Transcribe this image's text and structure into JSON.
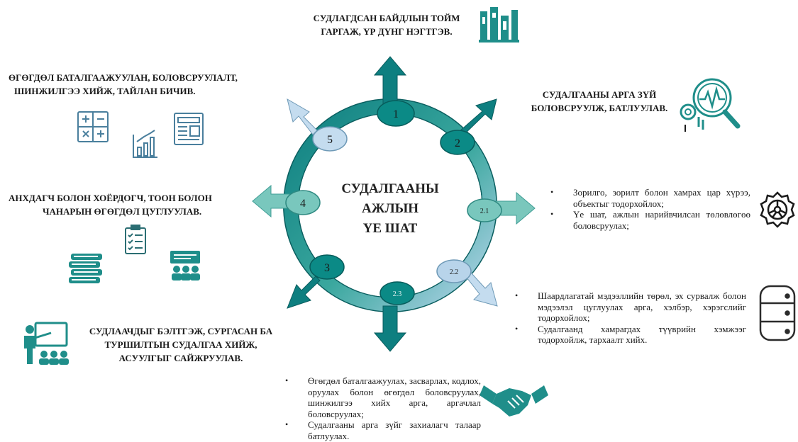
{
  "center_title": [
    "СУДАЛГААНЫ",
    "АЖЛЫН",
    "ҮЕ ШАТ"
  ],
  "node_labels": [
    "1",
    "2",
    "2.1",
    "2.2",
    "2.3",
    "3",
    "4",
    "5"
  ],
  "captions": {
    "step1": [
      "СУДЛАГДСАН БАЙДЛЫН ТОЙМ",
      "ГАРГАЖ, ҮР ДҮНГ НЭГТГЭВ."
    ],
    "step2": [
      "СУДАЛГААНЫ АРГА ЗҮЙ",
      "БОЛОВСРУУЛЖ, БАТЛУУЛАВ."
    ],
    "step3": [
      "СУДЛААЧДЫГ БЭЛТГЭЖ, СУРГАСАН БА",
      "ТУРШИЛТЫН СУДАЛГАА ХИЙЖ,",
      "АСУУЛГЫГ САЙЖРУУЛАВ."
    ],
    "step4": [
      "АНХДАГЧ БОЛОН ХОЁРДОГЧ, ТООН БОЛОН",
      "ЧАНАРЫН ӨГӨГДӨЛ ЦУГЛУУЛАВ."
    ],
    "step5": [
      "ӨГӨГДӨЛ БАТАЛГААЖУУЛАН, БОЛОВСРУУЛАЛТ,",
      "ШИНЖИЛГЭЭ ХИЙЖ, ТАЙЛАН БИЧИВ."
    ]
  },
  "bullets": {
    "b21": [
      "Зорилго, зорилт болон хамрах цар хүрээ, объектыг тодорхойлох;",
      "Үе шат, ажлын нарийвчилсан төлөвлөгөө боловсруулах;"
    ],
    "b22": [
      "Шаардлагатай мэдээллийн төрөл, эх сурвалж болон мэдээлэл цуглуулах арга, хэлбэр, хэрэгслийг тодорхойлох;",
      "Судалгаанд хамрагдах түүврийн хэмжээг тодорхойлж, тархаалт хийх."
    ],
    "b23": [
      "Өгөгдөл баталгаажуулах, засварлах, кодлох, оруулах болон өгөгдөл боловсруулах, шинжилгээ хийх арга, аргачлал боловсруулах;",
      "Судалгааны арга зүйг захиалагч талаар батлуулах."
    ]
  },
  "icons": [
    "books-icon",
    "analytics-search-icon",
    "gear-icon",
    "database-icon",
    "handshake-icon",
    "teacher-icon",
    "books-stack-icon",
    "checklist-icon",
    "group-meeting-icon",
    "calculator-icon",
    "bar-chart-icon",
    "document-icon"
  ],
  "colors": {
    "dark_teal": "#0e7f80",
    "mid_teal": "#2aa39c",
    "light_teal": "#79c7bd",
    "pale_blue": "#c4dcef",
    "node_dark": "#0b8a86",
    "icon_teal": "#1f8e8a"
  }
}
